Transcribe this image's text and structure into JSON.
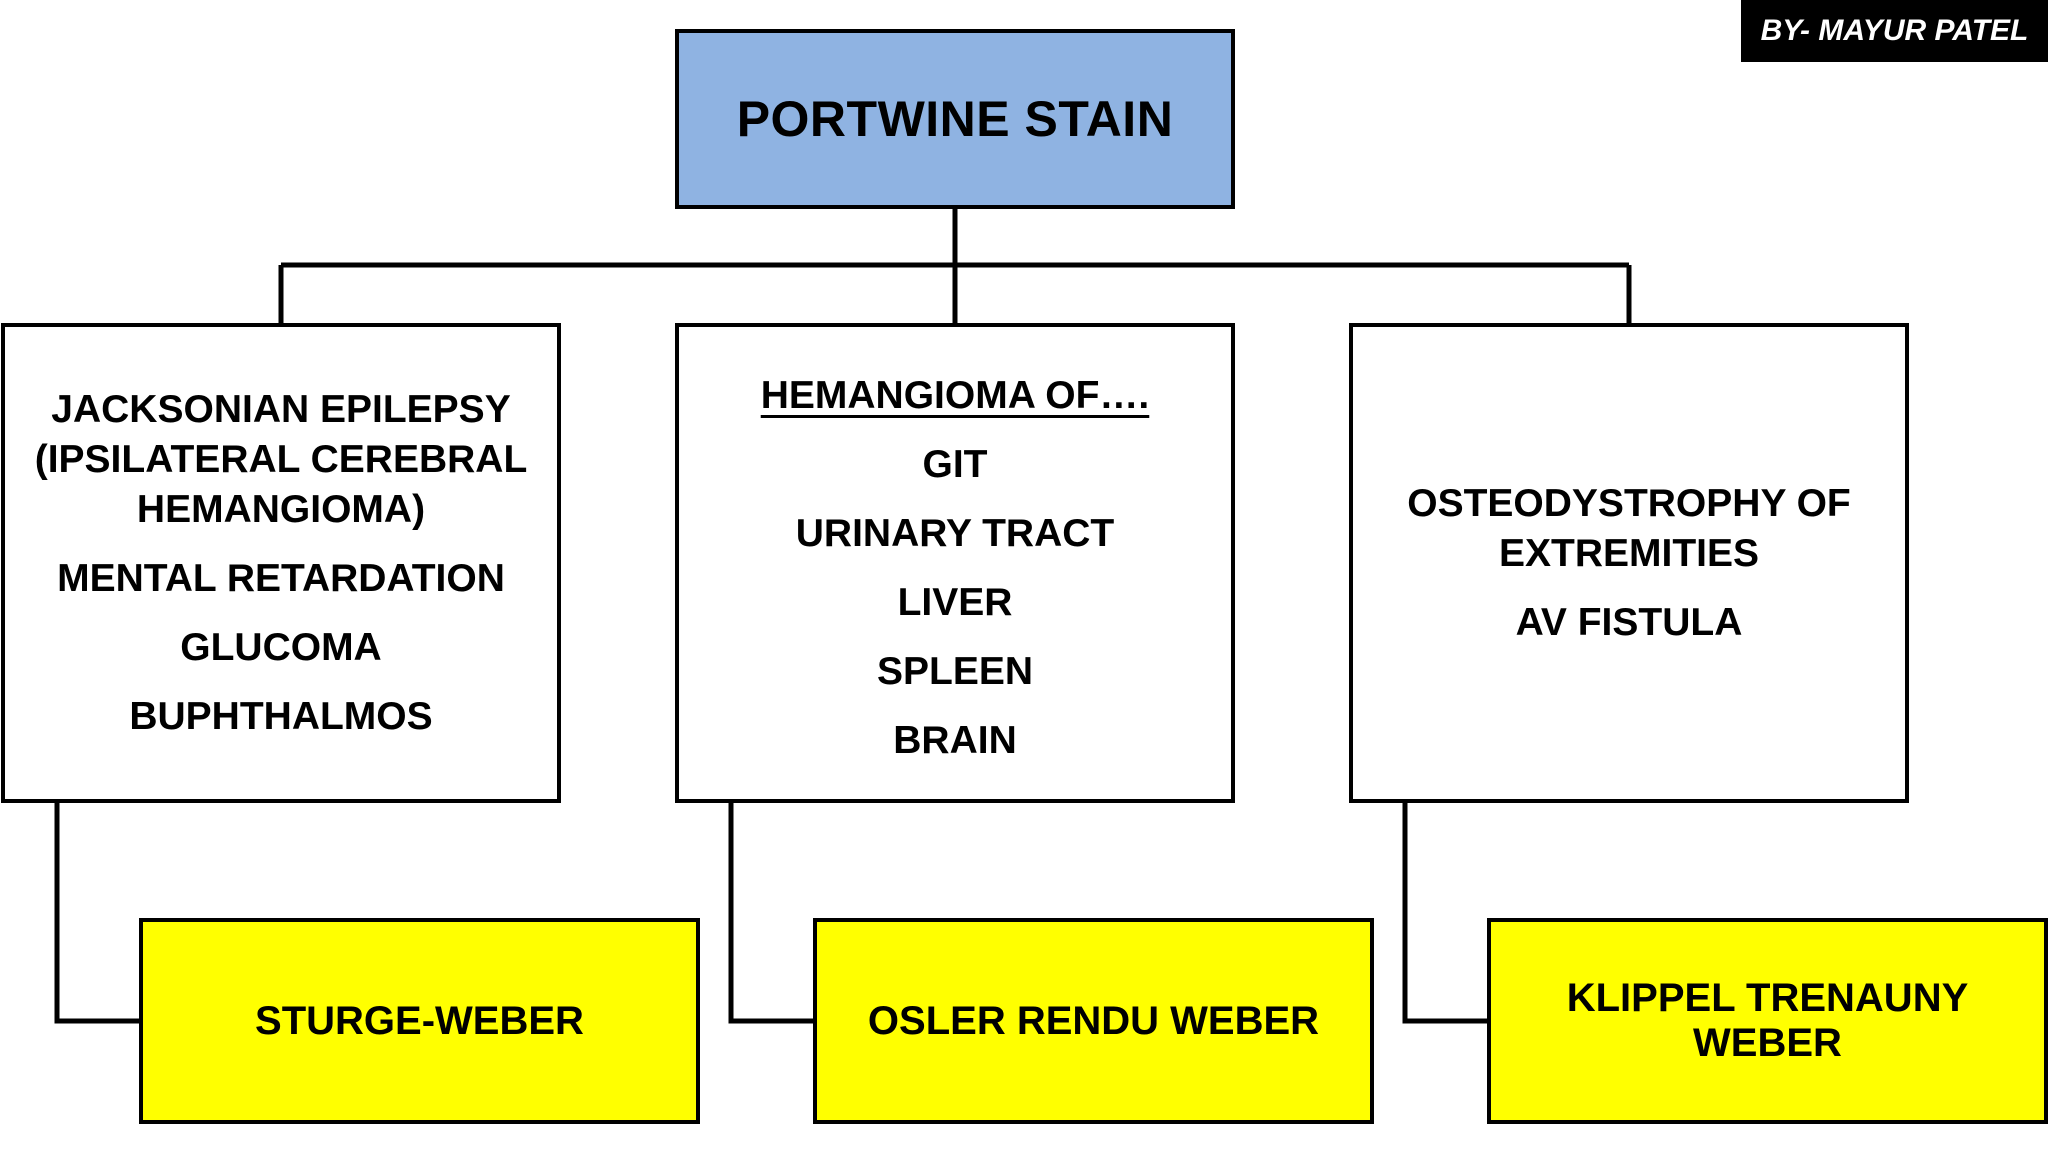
{
  "author": "BY- MAYUR PATEL",
  "root": {
    "title": "PORTWINE STAIN"
  },
  "branches": {
    "left": {
      "items": [
        "JACKSONIAN EPILEPSY",
        "(IPSILATERAL CEREBRAL",
        "HEMANGIOMA)",
        "MENTAL RETARDATION",
        "GLUCOMA",
        "BUPHTHALMOS"
      ]
    },
    "middle": {
      "heading": "HEMANGIOMA OF….",
      "items": [
        "GIT",
        "URINARY TRACT",
        "LIVER",
        "SPLEEN",
        "BRAIN"
      ]
    },
    "right": {
      "items": [
        "OSTEODYSTROPHY OF",
        "EXTREMITIES",
        "AV FISTULA"
      ]
    }
  },
  "syndromes": [
    "STURGE-WEBER",
    "OSLER RENDU WEBER",
    "KLIPPEL TRENAUNY WEBER"
  ],
  "colors": {
    "root_fill": "#8fb3e2",
    "syndrome_fill": "#ffff00",
    "line": "#000000"
  }
}
